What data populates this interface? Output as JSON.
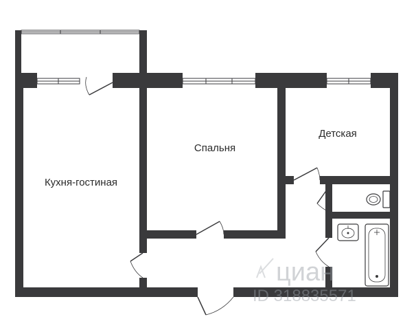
{
  "rooms": {
    "kitchen_living": "Кухня-гостиная",
    "bedroom": "Спальня",
    "kids_room": "Детская"
  },
  "watermark": {
    "brand": "циан",
    "id_text": "ID 318835571"
  },
  "colors": {
    "wall": "#3a3a3c",
    "background": "#ffffff",
    "label": "#2a2a2a",
    "watermark": "#9aa0a6"
  },
  "icons": {
    "toilet": "toilet-icon",
    "sink": "sink-icon",
    "bathtub": "bathtub-icon",
    "watermark_logo": "cian-logo-icon"
  }
}
